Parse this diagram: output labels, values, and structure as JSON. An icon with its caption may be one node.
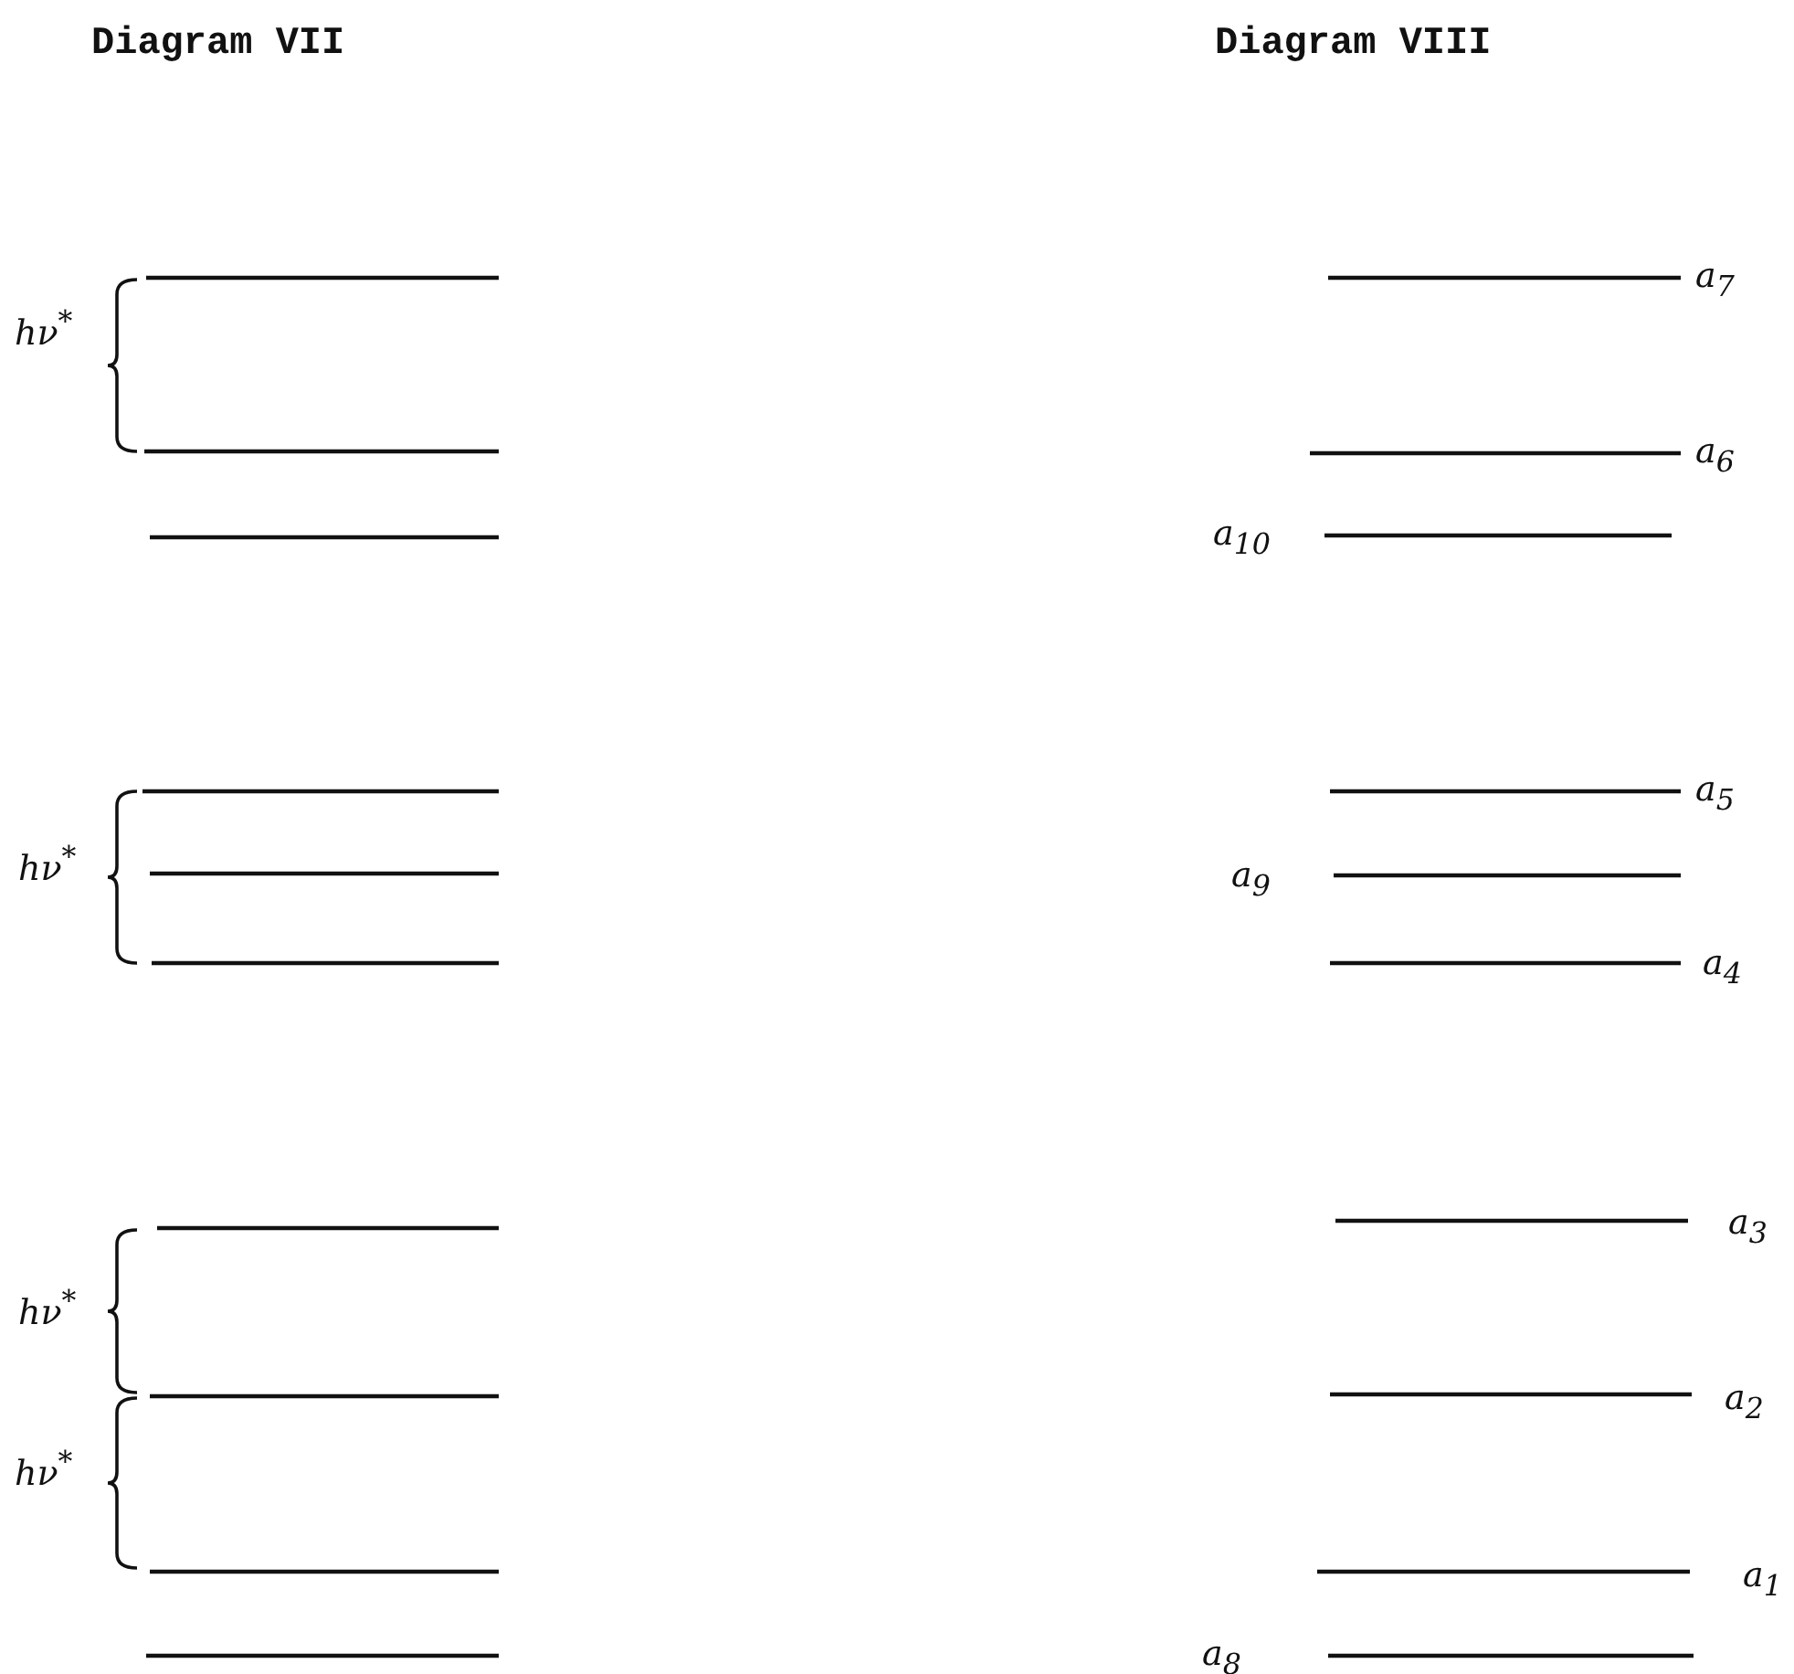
{
  "diagram": {
    "labels": [
      "Diagram VII",
      "Diagram VIII",
      "hν$^{*}$",
      "a$_{7}$",
      "a$_{6}$",
      "a$_{10}$",
      "hν$^{*}$",
      "a$_{5}$",
      "a$_{9}$",
      "a$_{4}$",
      "a$_{3}$",
      "hν$^{*}$",
      "a$_{2}$",
      "hν$^{*}$",
      "a$_{1}$",
      "a$_{8}$"
    ]
  }
}
